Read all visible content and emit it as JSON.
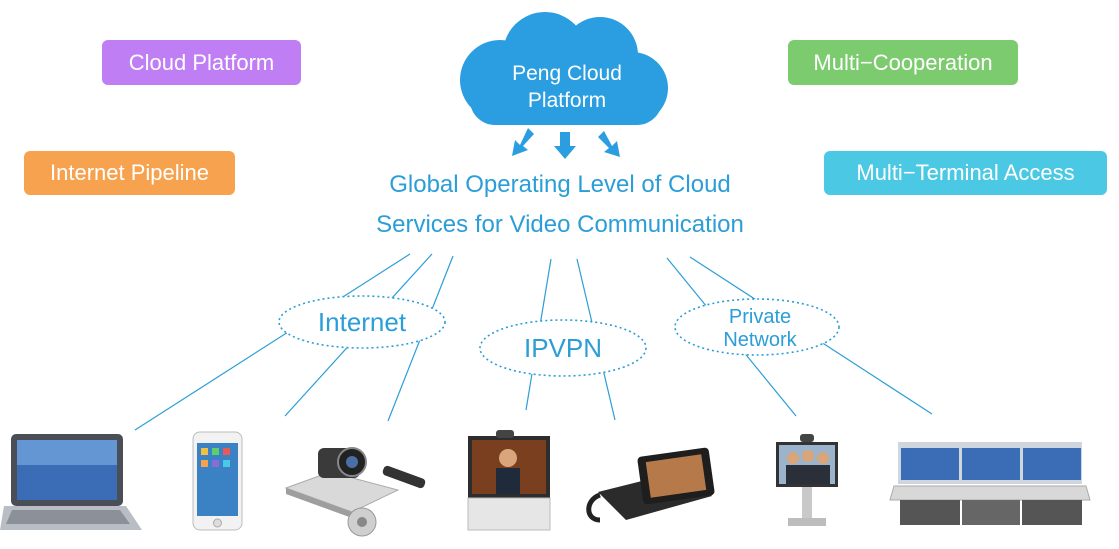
{
  "cloud": {
    "line1": "Peng Cloud",
    "line2": "Platform"
  },
  "tags": {
    "cloud_platform": "Cloud Platform",
    "internet_pipeline": "Internet Pipeline",
    "multi_cooperation": "Multi−Cooperation",
    "multi_terminal": "Multi−Terminal Access"
  },
  "headline": {
    "line1": "Global Operating Level of Cloud",
    "line2": "Services for Video Communication"
  },
  "networks": {
    "internet": "Internet",
    "ipvpn": "IPVPN",
    "private_line1": "Private",
    "private_line2": "Network"
  },
  "devices": [
    "laptop-icon",
    "smartphone-icon",
    "ptz-camera-icon",
    "video-conference-display-icon",
    "video-phone-icon",
    "telepresence-unit-icon",
    "immersive-room-icon"
  ],
  "colors": {
    "accent": "#2b9ed8",
    "cloud": "#2a9ee0",
    "tag_purple": "#c07ef4",
    "tag_orange": "#f7a24f",
    "tag_green": "#7ccb6e",
    "tag_cyan": "#4bc8e3"
  }
}
